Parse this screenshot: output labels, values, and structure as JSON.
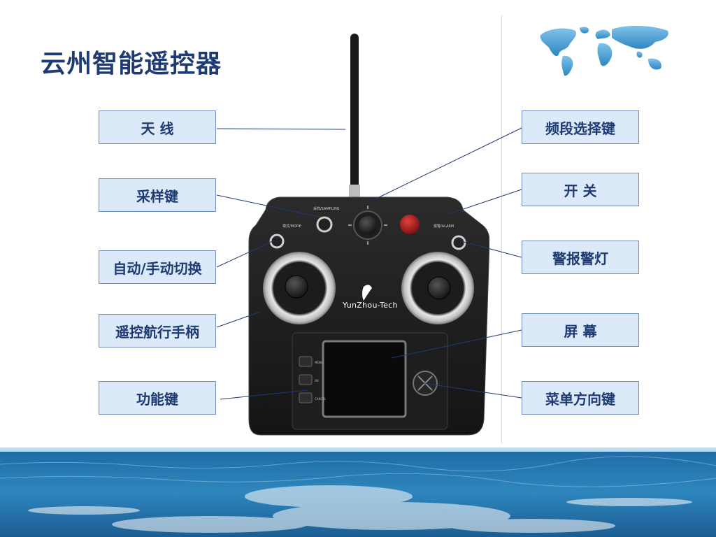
{
  "title": "云州智能遥控器",
  "device": {
    "brand": "YunZhou-Tech"
  },
  "labels": {
    "antenna": "天 线",
    "sampling_key": "采样键",
    "auto_manual_switch": "自动/手动切换",
    "joysticks": "遥控航行手柄",
    "function_keys": "功能键",
    "band_select_key": "频段选择键",
    "power_switch": "开 关",
    "alarm_light": "警报警灯",
    "screen": "屏 幕",
    "menu_direction_key": "菜单方向键"
  },
  "colors": {
    "title": "#1f3b73",
    "label_bg": "#dce9f8",
    "label_border": "#6f8fb8",
    "leader_line": "#1f3b73",
    "device_body": "#1a1a1a",
    "sea": "#1f6fa8"
  }
}
